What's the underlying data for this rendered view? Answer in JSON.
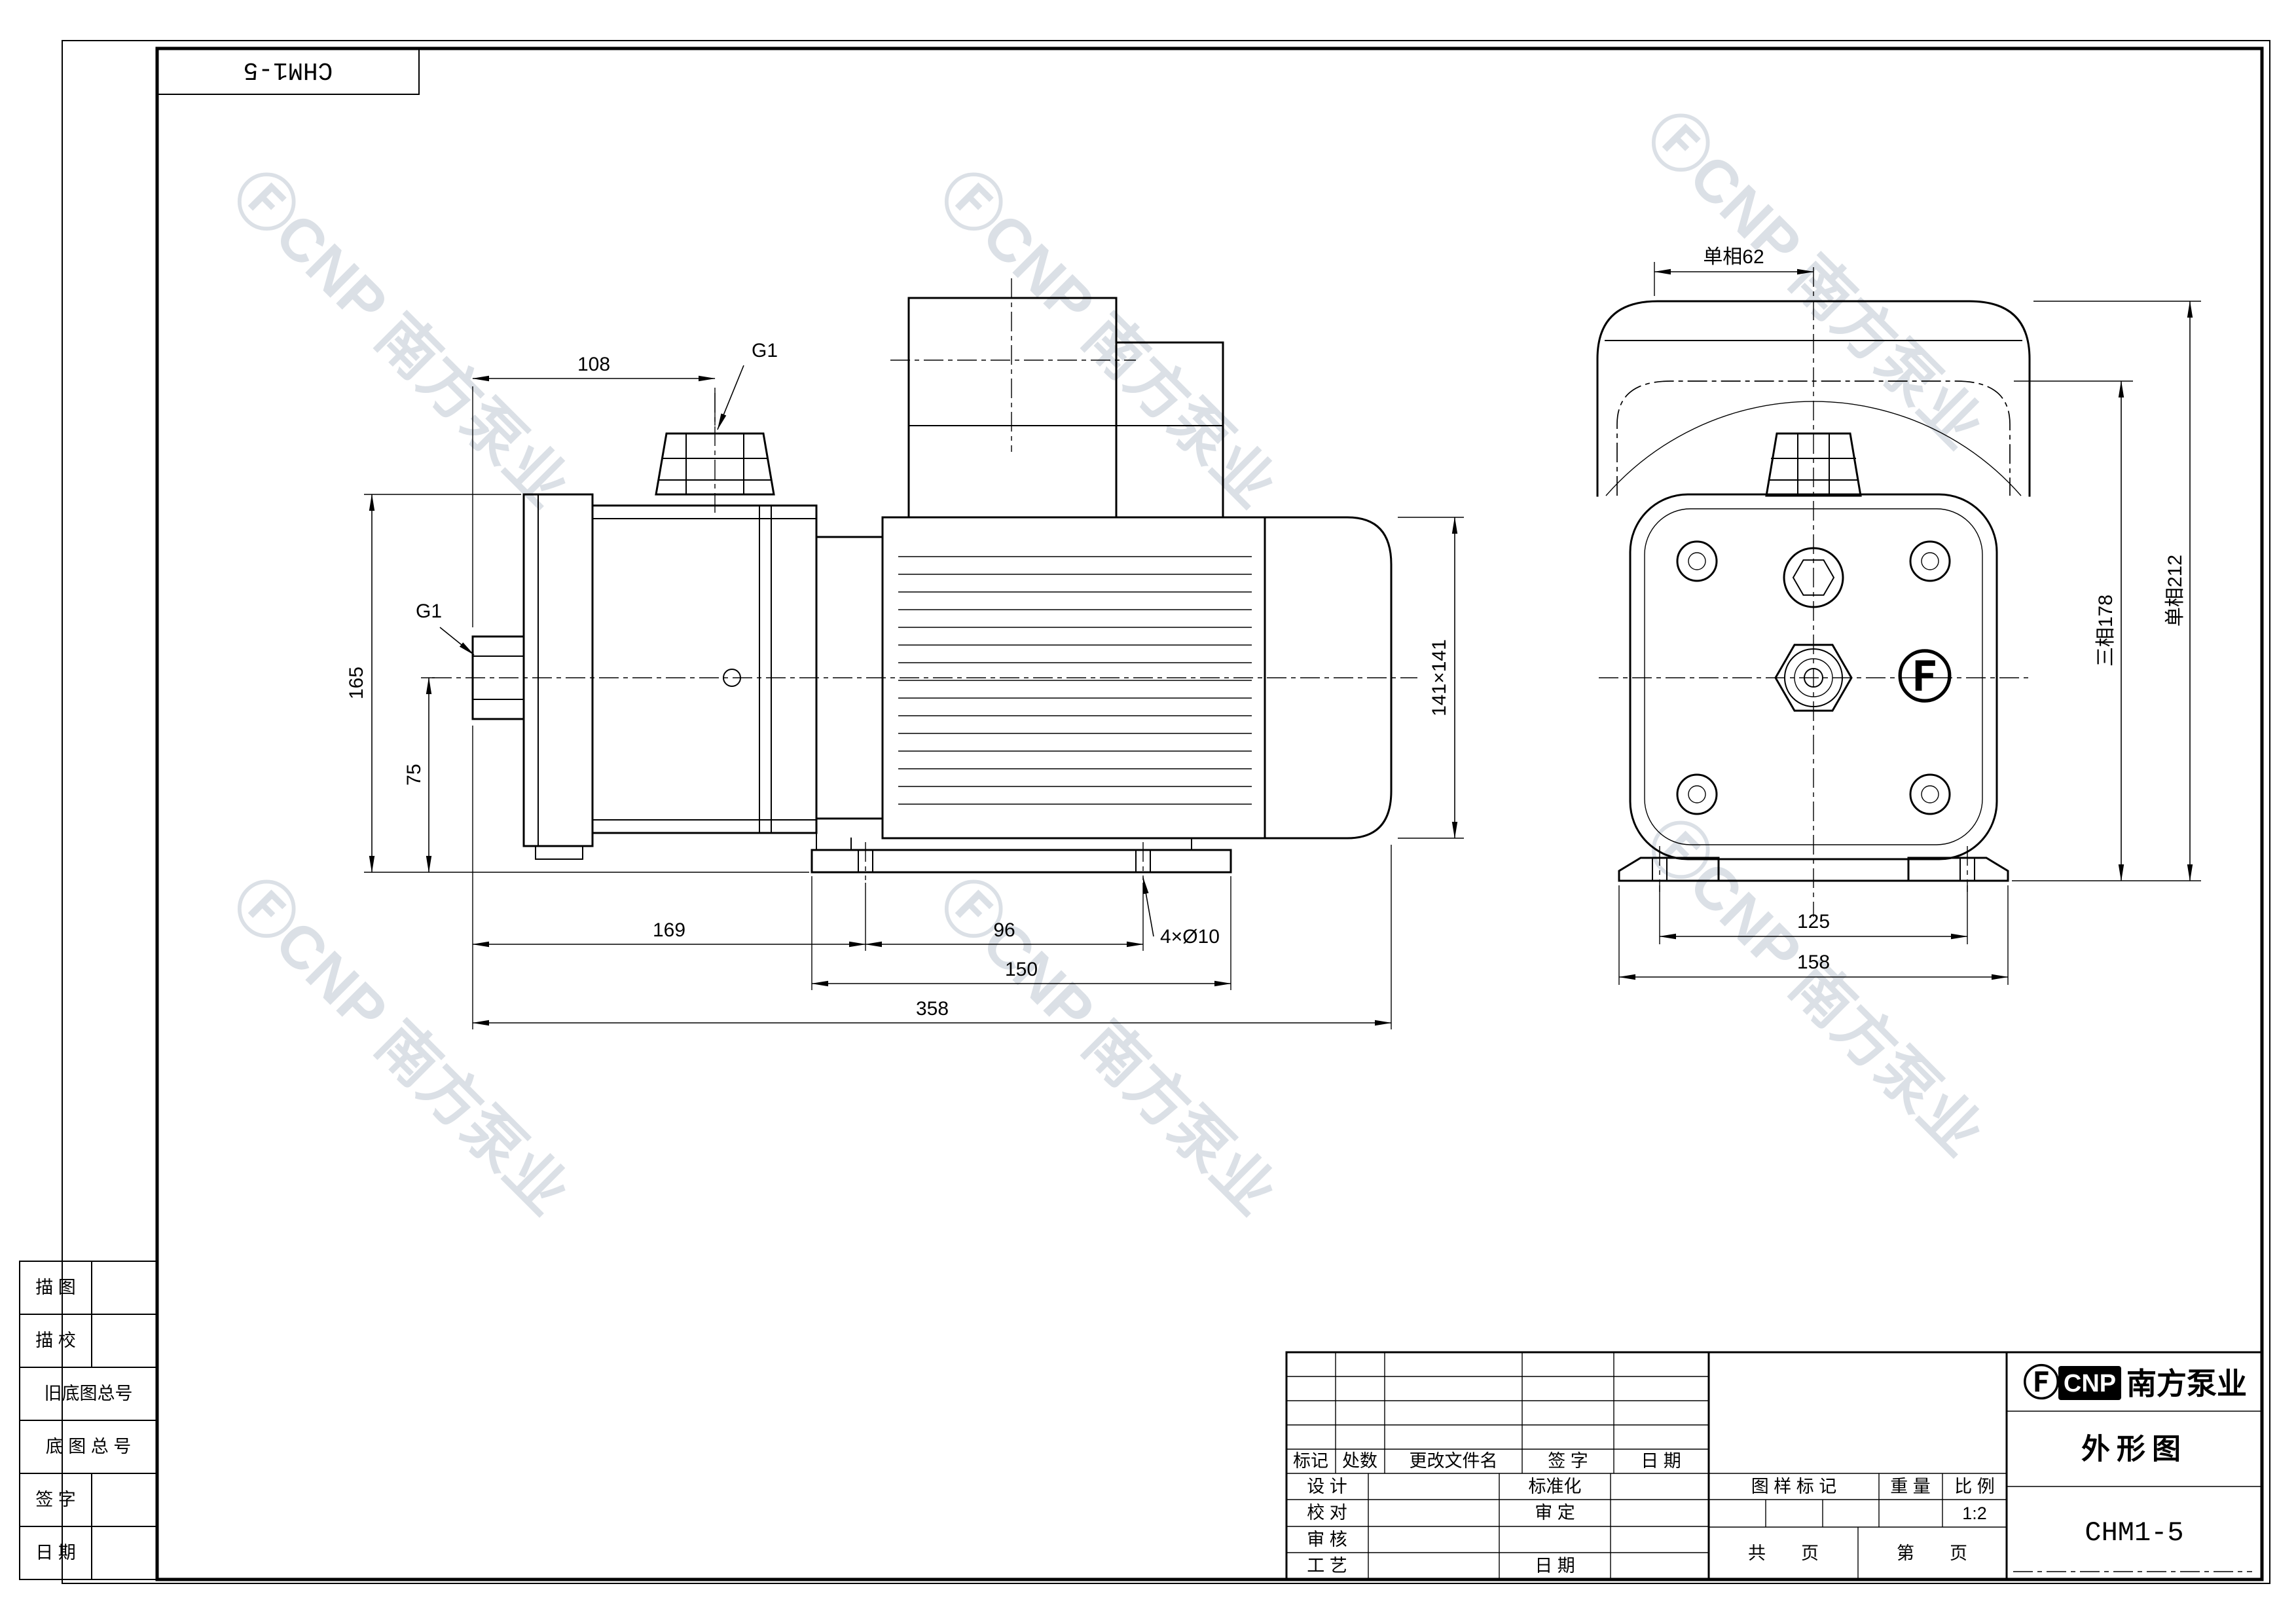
{
  "sheet": {
    "corner_model": "CHM1-5",
    "watermark_text": "ⒻCNP 南方泵业"
  },
  "left_margin": {
    "rows": [
      "描  图",
      "描  校",
      "旧底图总号",
      "底 图 总 号",
      "签  字",
      "日  期"
    ]
  },
  "side_view": {
    "dim_108": "108",
    "g1_top": "G1",
    "g1_suction": "G1",
    "dim_165": "165",
    "dim_75": "75",
    "dim_141": "141×141",
    "dim_169": "169",
    "dim_96": "96",
    "dim_holes": "4×Ø10",
    "dim_150": "150",
    "dim_358": "358"
  },
  "end_view": {
    "dim_top": "单相62",
    "dim_h_single": "单相212",
    "dim_h_three": "三相178",
    "dim_125": "125",
    "dim_158": "158",
    "logo_glyph": "Ⓕ"
  },
  "title_block": {
    "revision_header": [
      "标记",
      "处数",
      "更改文件名",
      "签  字",
      "日  期"
    ],
    "sign_rows": [
      {
        "left": "设  计",
        "right": "标准化"
      },
      {
        "left": "校  对",
        "right": "审  定"
      },
      {
        "left": "审  核",
        "right": ""
      },
      {
        "left": "工  艺",
        "right": "日  期"
      }
    ],
    "stamp_header": [
      "图 样 标 记",
      "重  量",
      "比  例"
    ],
    "scale_value": "1:2",
    "pages_total": "共　　页",
    "pages_current": "第　　页",
    "logo_glyph": "Ⓕ",
    "company_en": "CNP",
    "company_cn": "南方泵业",
    "doc_name": "外形图",
    "model": "CHM1-5"
  }
}
